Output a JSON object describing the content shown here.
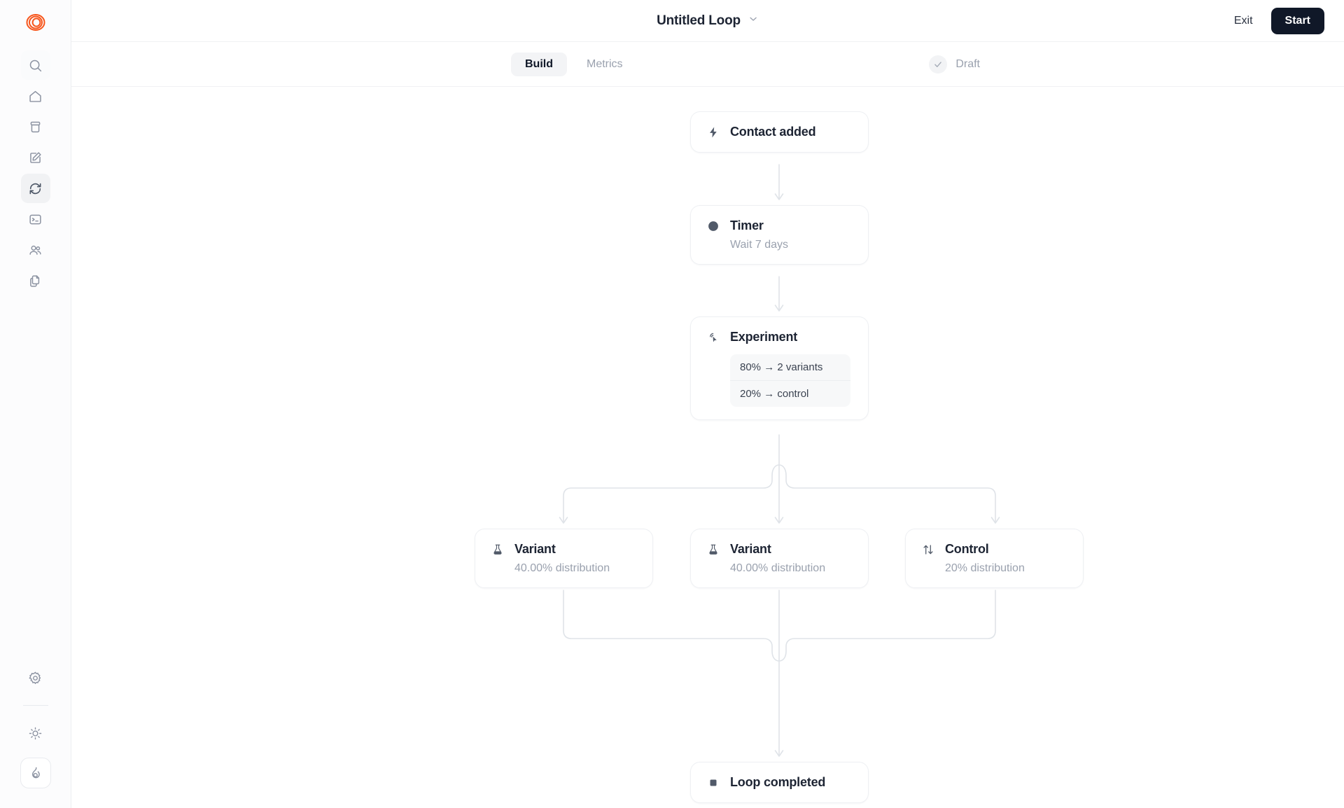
{
  "sidebar": {
    "logo_name": "loops-logo",
    "items": [
      {
        "name": "search",
        "icon": "search-icon",
        "active": false,
        "soft": true
      },
      {
        "name": "home",
        "icon": "home-icon",
        "active": false,
        "soft": false
      },
      {
        "name": "audience",
        "icon": "archive-box-icon",
        "active": false,
        "soft": false
      },
      {
        "name": "compose",
        "icon": "pencil-square-icon",
        "active": false,
        "soft": false
      },
      {
        "name": "loops",
        "icon": "refresh-loop-icon",
        "active": true,
        "soft": false
      },
      {
        "name": "transactional",
        "icon": "terminal-icon",
        "active": false,
        "soft": false
      },
      {
        "name": "contacts",
        "icon": "users-icon",
        "active": false,
        "soft": false
      },
      {
        "name": "templates",
        "icon": "documents-copy-icon",
        "active": false,
        "soft": false
      }
    ],
    "bottom_items": [
      {
        "name": "settings",
        "icon": "gear-icon"
      },
      {
        "name": "appearance",
        "icon": "sun-icon"
      },
      {
        "name": "whats-new",
        "icon": "flame-icon"
      }
    ],
    "accent_color": "#f75c1e"
  },
  "topbar": {
    "doc_title": "Untitled Loop",
    "chevron_icon": "chevron-down-icon",
    "exit_label": "Exit",
    "start_label": "Start",
    "start_bg": "#101828"
  },
  "tabbar": {
    "tabs": [
      {
        "label": "Build",
        "active": true
      },
      {
        "label": "Metrics",
        "active": false
      }
    ],
    "status": {
      "icon": "check-icon",
      "label": "Draft"
    }
  },
  "flow": {
    "nodes": [
      {
        "id": "trigger",
        "icon": "lightning-bolt-icon",
        "title": "Contact added",
        "subtitle": null
      },
      {
        "id": "timer",
        "icon": "clock-icon",
        "title": "Timer",
        "subtitle": "Wait 7 days"
      },
      {
        "id": "experiment",
        "icon": "cursor-click-icon",
        "title": "Experiment",
        "subtitle": null,
        "splits": [
          "80% → 2 variants",
          "20% → control"
        ]
      },
      {
        "id": "variant-a",
        "icon": "flask-icon",
        "title": "Variant",
        "subtitle": "40.00% distribution"
      },
      {
        "id": "variant-b",
        "icon": "flask-icon",
        "title": "Variant",
        "subtitle": "40.00% distribution"
      },
      {
        "id": "control",
        "icon": "arrows-up-down-icon",
        "title": "Control",
        "subtitle": "20% distribution"
      },
      {
        "id": "end",
        "icon": "stop-square-icon",
        "title": "Loop completed",
        "subtitle": null
      }
    ],
    "edge_color": "#dfe3e8"
  }
}
